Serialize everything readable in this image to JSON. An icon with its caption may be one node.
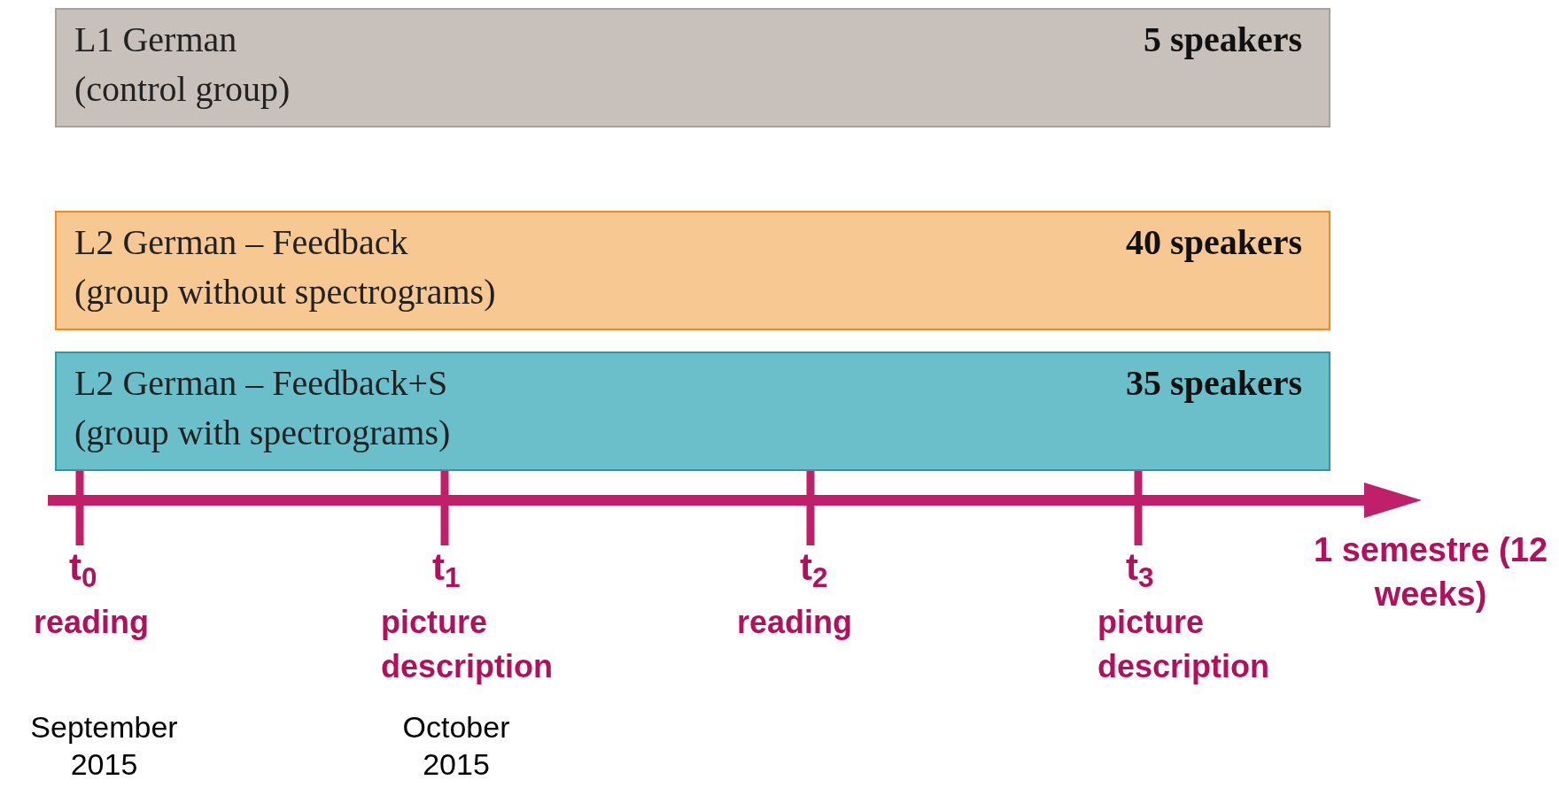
{
  "diagram": {
    "nodes": [
      {
        "text": [
          "L1 German",
          "(control group)",
          "5 speakers"
        ]
      },
      {
        "text": [
          "L2 German – Feedback",
          "(group without spectrograms)",
          "40 speakers"
        ]
      },
      {
        "text": [
          "L2 German – Feedback+S",
          "(group with spectrograms)",
          "35 speakers"
        ]
      }
    ],
    "labels": [
      "1 semestre (12 weeks)",
      "t$_{0}$",
      "reading",
      "t$_{1}$",
      "picture description",
      "t$_{2}$",
      "reading",
      "t$_{3}$",
      "picture description",
      "September 2015",
      "October 2015"
    ]
  }
}
